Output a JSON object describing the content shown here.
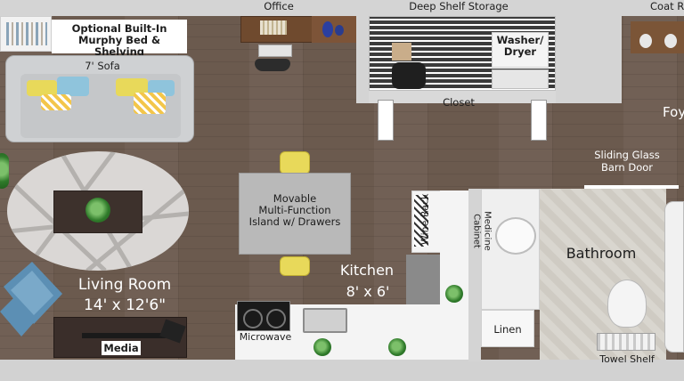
{
  "labels": {
    "murphy": "Optional Built-In\nMurphy Bed & Shelving",
    "office": "Office",
    "deep_shelf": "Deep Shelf Storage",
    "coat": "Coat R",
    "sofa": "7' Sofa",
    "washer": "Washer/\nDryer",
    "closet": "Closet",
    "foyer": "Foy",
    "barn_door": "Sliding Glass\nBarn Door",
    "island": "Movable\nMulti-Function\nIsland w/ Drawers",
    "wine_rack": "Wine Rack",
    "medicine_cabinet": "Medicine\nCabinet",
    "bathroom": "Bathroom",
    "kitchen": "Kitchen",
    "kitchen_dim": "8' x 6'",
    "living_room": "Living Room",
    "living_dim": "14' x 12'6\"",
    "microwave": "Microwave",
    "linen": "Linen",
    "media": "Media",
    "towel_shelf": "Towel Shelf"
  },
  "colors": {
    "floor": "#6b5a4e",
    "wall": "#d4d4d4",
    "counter": "#f4f4f4",
    "sofa": "#cfd1d3",
    "chair": "#7aa9c9",
    "yellow": "#e8d95a",
    "blue_pillow": "#8fc4dc"
  }
}
